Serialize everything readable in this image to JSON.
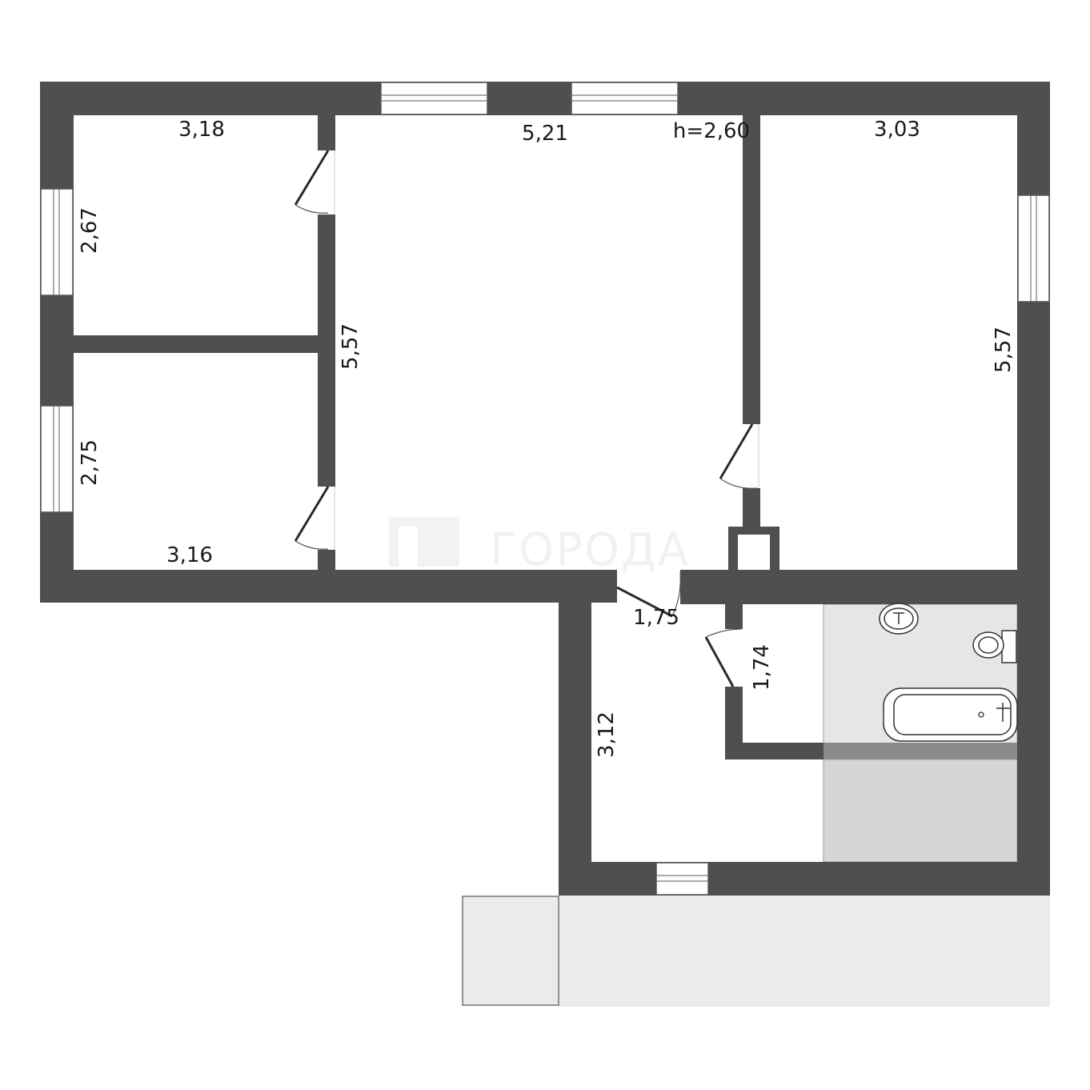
{
  "plan": {
    "ceiling_height": "h=2,60",
    "watermark": "ГОРОДА"
  },
  "rooms": {
    "room_top_left": {
      "width": "3,18",
      "height": "2,67"
    },
    "room_bottom_left": {
      "width": "3,16",
      "height": "2,75"
    },
    "living_room": {
      "width": "5,21",
      "height": "5,57"
    },
    "room_right": {
      "width": "3,03",
      "height": "5,57"
    },
    "hallway": {
      "width": "1,75",
      "height": "3,12"
    },
    "toilet_corridor": {
      "height": "1,74"
    }
  },
  "colors": {
    "wall": "#4f4f4f",
    "bathroom_floor": "#e6e6e6",
    "bathroom_divider": "#8a8a8a",
    "bathroom_lower": "#d6d6d6",
    "balcony": "#ebebeb"
  }
}
